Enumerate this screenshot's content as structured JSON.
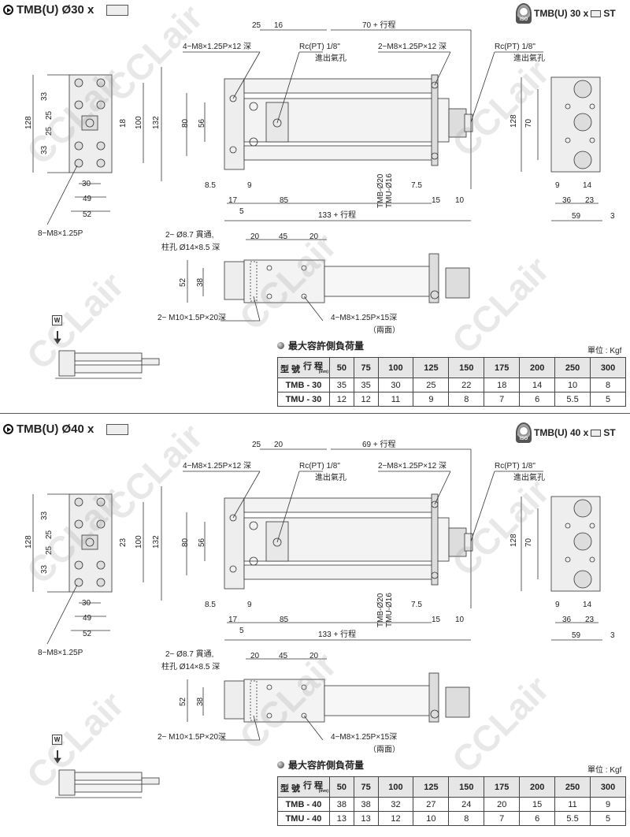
{
  "watermark": "CCLair",
  "sections": [
    {
      "title": "TMB(U) Ø30 x",
      "right_title": "TMB(U) 30 x",
      "right_suffix": "ST",
      "badge": "ISO",
      "labels": {
        "f33a": "33",
        "f25a": "25",
        "f25b": "25",
        "f33b": "33",
        "f128": "128",
        "f18": "18",
        "f100": "100",
        "f132": "132",
        "f30": "30",
        "f49": "49",
        "f52": "52",
        "fthread": "8−M8×1.25P",
        "t25": "25",
        "t16": "16",
        "tstroke": "70 + 行程",
        "t4m8": "4−M8×1.25P×12 深",
        "trc": "Rc(PT) 1/8\"",
        "tport": "進出氣孔",
        "t2m8": "2−M8×1.25P×12 深",
        "t80": "80",
        "t56": "56",
        "t85a": "8.5",
        "t9": "9",
        "t75": "7.5",
        "t17": "17",
        "t85": "85",
        "t15": "15",
        "t10": "10",
        "t5": "5",
        "ttotal": "133 + 行程",
        "ttmb": "TMB-Ø20",
        "ttmu": "TMU-Ø16",
        "rrc": "Rc(PT) 1/8\"",
        "rport": "進出氣孔",
        "r128": "128",
        "r70": "70",
        "r9": "9",
        "r14": "14",
        "r36": "36",
        "r23": "23",
        "r59": "59",
        "r3": "3",
        "b1": "2− Ø8.7 貫通,",
        "b2": "柱孔 Ø14×8.5 深",
        "b20a": "20",
        "b45": "45",
        "b20b": "20",
        "b52": "52",
        "b38": "38",
        "bm10": "2− M10×1.5P×20深",
        "bm8": "4−M8×1.25P×15深",
        "bboth": "（兩面）",
        "w": "W"
      },
      "table": {
        "title": "最大容許側負荷量",
        "unit": "單位 : Kgf",
        "corner_top": "行 程",
        "corner_unit": "(mm)",
        "corner_bottom": "型 號",
        "strokes": [
          "50",
          "75",
          "100",
          "125",
          "150",
          "175",
          "200",
          "250",
          "300"
        ],
        "rows": [
          {
            "model": "TMB - 30",
            "values": [
              "35",
              "35",
              "30",
              "25",
              "22",
              "18",
              "14",
              "10",
              "8"
            ]
          },
          {
            "model": "TMU - 30",
            "values": [
              "12",
              "12",
              "11",
              "9",
              "8",
              "7",
              "6",
              "5.5",
              "5"
            ]
          }
        ]
      }
    },
    {
      "title": "TMB(U) Ø40 x",
      "right_title": "TMB(U) 40 x",
      "right_suffix": "ST",
      "badge": "ISO",
      "labels": {
        "f33a": "33",
        "f25a": "25",
        "f25b": "25",
        "f33b": "33",
        "f128": "128",
        "f18": "23",
        "f100": "100",
        "f132": "132",
        "f30": "30",
        "f49": "49",
        "f52": "52",
        "fthread": "8−M8×1.25P",
        "t25": "25",
        "t16": "20",
        "tstroke": "69 + 行程",
        "t4m8": "4−M8×1.25P×12 深",
        "trc": "Rc(PT) 1/8\"",
        "tport": "進出氣孔",
        "t2m8": "2−M8×1.25P×12 深",
        "t80": "80",
        "t56": "56",
        "t85a": "8.5",
        "t9": "9",
        "t75": "7.5",
        "t17": "17",
        "t85": "85",
        "t15": "15",
        "t10": "10",
        "t5": "5",
        "ttotal": "133 + 行程",
        "ttmb": "TMB-Ø20",
        "ttmu": "TMU-Ø16",
        "rrc": "Rc(PT) 1/8\"",
        "rport": "進出氣孔",
        "r128": "128",
        "r70": "70",
        "r9": "9",
        "r14": "14",
        "r36": "36",
        "r23": "23",
        "r59": "59",
        "r3": "3",
        "b1": "2− Ø8.7 貫通,",
        "b2": "柱孔 Ø14×8.5 深",
        "b20a": "20",
        "b45": "45",
        "b20b": "20",
        "b52": "52",
        "b38": "38",
        "bm10": "2− M10×1.5P×20深",
        "bm8": "4−M8×1.25P×15深",
        "bboth": "（兩面）",
        "w": "W"
      },
      "table": {
        "title": "最大容許側負荷量",
        "unit": "單位 : Kgf",
        "corner_top": "行 程",
        "corner_unit": "(mm)",
        "corner_bottom": "型 號",
        "strokes": [
          "50",
          "75",
          "100",
          "125",
          "150",
          "175",
          "200",
          "250",
          "300"
        ],
        "rows": [
          {
            "model": "TMB - 40",
            "values": [
              "38",
              "38",
              "32",
              "27",
              "24",
              "20",
              "15",
              "11",
              "9"
            ]
          },
          {
            "model": "TMU - 40",
            "values": [
              "13",
              "13",
              "12",
              "10",
              "8",
              "7",
              "6",
              "5.5",
              "5"
            ]
          }
        ]
      }
    }
  ]
}
